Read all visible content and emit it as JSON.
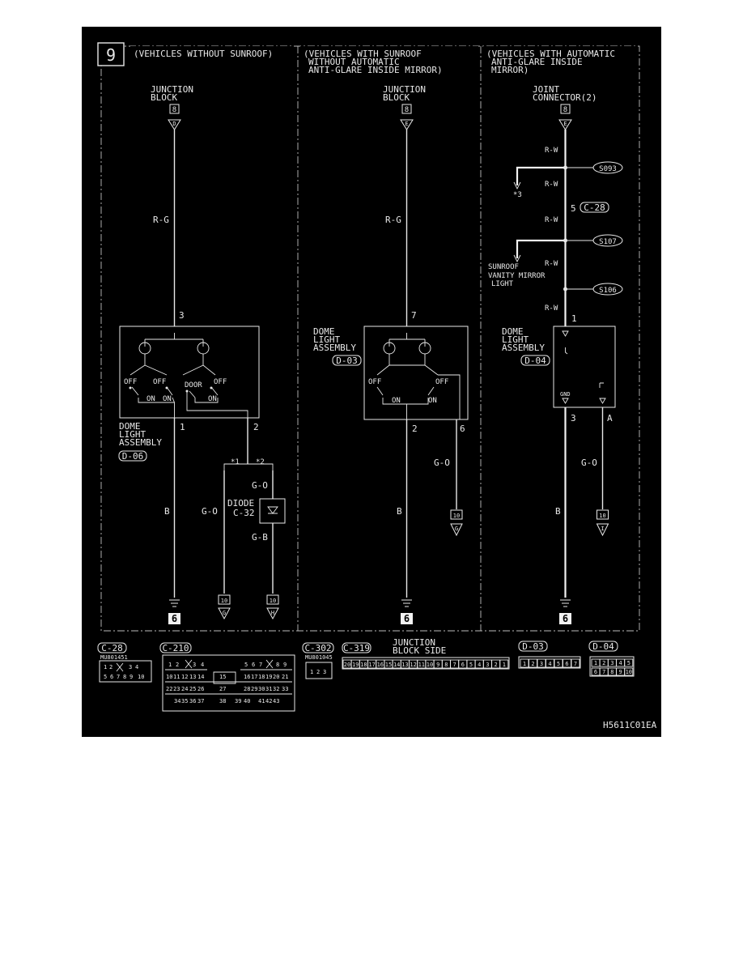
{
  "page_number": "9",
  "sections": {
    "s1_title": "(VEHICLES WITHOUT SUNROOF)",
    "s2_title_lines": [
      "(VEHICLES WITH SUNROOF",
      "WITHOUT AUTOMATIC",
      "ANTI-GLARE INSIDE MIRROR)"
    ],
    "s3_title_lines": [
      "(VEHICLES WITH AUTOMATIC",
      "ANTI-GLARE INSIDE",
      "MIRROR)"
    ]
  },
  "labels": {
    "junction": "JUNCTION",
    "block": "BLOCK",
    "joint": "JOINT",
    "connector2": "CONNECTOR(2)",
    "dome": "DOME",
    "light": "LIGHT",
    "assembly": "ASSEMBLY",
    "diode": "DIODE",
    "diode_id": "C-32",
    "sunroof": "SUNROOF",
    "vanity": "VANITY MIRROR",
    "light2": "LIGHT",
    "gnd": "GND",
    "off": "OFF",
    "on": "ON",
    "door": "DOOR",
    "ref_star3": "*3",
    "star1": "*1",
    "star2": "*2",
    "hs_code": "H5611C01EA"
  },
  "wires": {
    "rg": "R-G",
    "rw": "R-W",
    "b": "B",
    "go": "G-O",
    "gb": "G-B"
  },
  "badges": {
    "jb_8": "8",
    "conn_10": "10",
    "ground_6": "6",
    "arrow_d": "D",
    "arrow_e": "E",
    "arrow_g": "G",
    "arrow_h": "H",
    "arrow_i": "I"
  },
  "pins": {
    "p3": "3",
    "p1": "1",
    "p2": "2",
    "p7": "7",
    "p6": "6",
    "p5": "5",
    "pA": "A"
  },
  "splices": {
    "s093": "S093",
    "s107": "S107",
    "s106": "S106"
  },
  "connectors": {
    "c28": "C-28",
    "c210": "C-210",
    "c302": "C-302",
    "c319": "C-319",
    "d03": "D-03",
    "d04": "D-04",
    "d06": "D-06",
    "c28_part": "MU801451",
    "c302_part": "MU801045",
    "jb_side_1": "JUNCTION",
    "jb_side_2": "BLOCK SIDE",
    "c28_row1": [
      "1",
      "2",
      "3",
      "4"
    ],
    "c28_row2": [
      "5",
      "6",
      "7",
      "8",
      "9",
      "10"
    ],
    "c302_row": [
      "1",
      "2",
      "3"
    ],
    "c319_row": [
      "20",
      "19",
      "18",
      "17",
      "16",
      "15",
      "14",
      "13",
      "12",
      "11",
      "10",
      "9",
      "8",
      "7",
      "6",
      "5",
      "4",
      "3",
      "2",
      "1"
    ],
    "d03_row": [
      "1",
      "2",
      "3",
      "4",
      "5",
      "6",
      "7"
    ],
    "d04_row1": [
      "1",
      "2",
      "3",
      "4",
      "5"
    ],
    "d04_row2": [
      "6",
      "7",
      "8",
      "9",
      "10"
    ],
    "c210_row1a": [
      "1",
      "2",
      "3",
      "4"
    ],
    "c210_row1b": [
      "5",
      "6",
      "7",
      "8",
      "9"
    ],
    "c210_row2a": [
      "10",
      "11",
      "12",
      "13",
      "14"
    ],
    "c210_row2mid": "15",
    "c210_row2b": [
      "16",
      "17",
      "18",
      "19",
      "20",
      "21"
    ],
    "c210_row3a": [
      "22",
      "23",
      "24",
      "25",
      "26"
    ],
    "c210_row3mid": "27",
    "c210_row3b": [
      "28",
      "29",
      "30",
      "31",
      "32",
      "33"
    ],
    "c210_row4a": [
      "34",
      "35",
      "36",
      "37"
    ],
    "c210_row4mid": "38",
    "c210_row4b": [
      "39",
      "40",
      "41",
      "42",
      "43"
    ]
  }
}
